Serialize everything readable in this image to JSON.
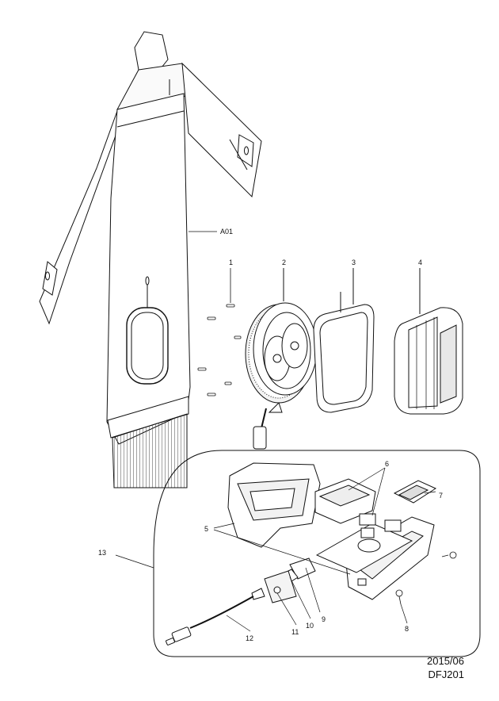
{
  "callouts": {
    "a01": "A01",
    "p1": "1",
    "p2": "2",
    "p3": "3",
    "p4": "4",
    "p5": "5",
    "p6": "6",
    "p7": "7",
    "p8": "8",
    "p9": "9",
    "p10": "10",
    "p11": "11",
    "p12": "12",
    "p13": "13"
  },
  "footer": {
    "date": "2015/06",
    "model": "DFJ201"
  },
  "colors": {
    "line": "#111111",
    "fill": "#ffffff",
    "shade": "#d8d8d8"
  }
}
